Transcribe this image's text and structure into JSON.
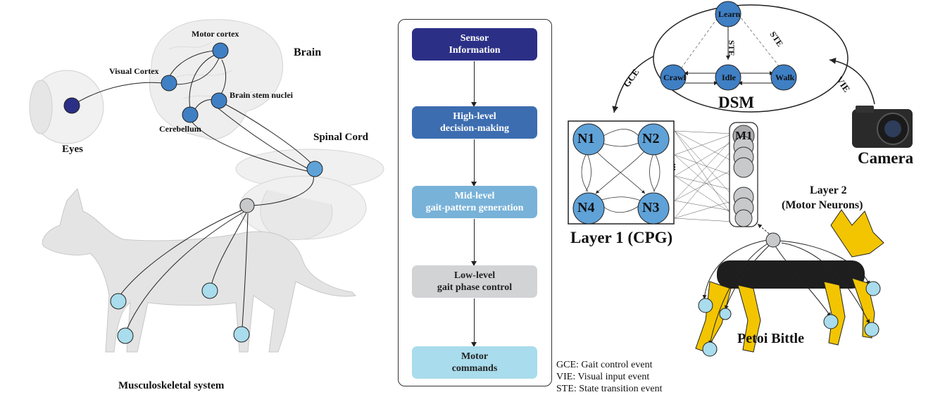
{
  "biology": {
    "brain": "Brain",
    "motor_cortex": "Motor cortex",
    "visual_cortex": "Visual Cortex",
    "brain_stem": "Brain stem nuclei",
    "cerebellum": "Cerebellum",
    "eyes": "Eyes",
    "spinal_cord": "Spinal Cord",
    "musculoskeletal": "Musculoskeletal system"
  },
  "flow": {
    "stages": [
      {
        "label": "Sensor\nInformation",
        "color": "#2b2f86",
        "text_color": "#ffffff"
      },
      {
        "label": "High-level\ndecision-making",
        "color": "#3c6db0",
        "text_color": "#ffffff"
      },
      {
        "label": "Mid-level\ngait-pattern generation",
        "color": "#78b2d8",
        "text_color": "#ffffff"
      },
      {
        "label": "Low-level\ngait phase control",
        "color": "#d2d3d5",
        "text_color": "#222222"
      },
      {
        "label": "Motor\ncommands",
        "color": "#a9dcec",
        "text_color": "#222222"
      }
    ]
  },
  "legend": {
    "gce": "GCE: Gait control event",
    "vie": "VIE: Visual input event",
    "ste": "STE: State transition event"
  },
  "dsm": {
    "title": "DSM",
    "states": [
      "Learn",
      "Crawl",
      "Idle",
      "Walk"
    ],
    "edge_ste_1": "STE",
    "edge_ste_2": "STE",
    "gce": "GCE",
    "vie": "VIE"
  },
  "camera": {
    "label": "Camera"
  },
  "cpg": {
    "layer1": "Layer 1 (CPG)",
    "nodes": [
      "N1",
      "N2",
      "N4",
      "N3"
    ],
    "ellipsis": "..."
  },
  "motor": {
    "m1": "M1",
    "layer2_line1": "Layer 2",
    "layer2_line2": "(Motor Neurons)"
  },
  "robot": {
    "label": "Petoi Bittle"
  },
  "colors": {
    "eye_node": "#2b2f86",
    "neuron_blue": "#3f7fc4",
    "light_node": "#a9dcec",
    "gray_node": "#c8c9cb"
  }
}
